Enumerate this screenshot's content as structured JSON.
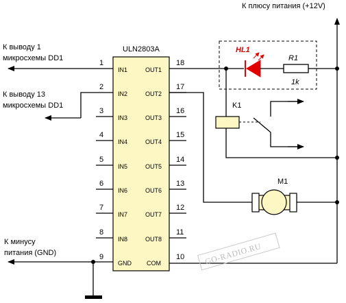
{
  "supply": {
    "label": "К плюсу питания (+12V)"
  },
  "ground": {
    "label_line1": "К минусу",
    "label_line2": "питания (GND)"
  },
  "input_dd1_pin1": {
    "line1": "К выводу 1",
    "line2": "микросхемы DD1"
  },
  "input_dd1_pin13": {
    "line1": "К выводу 13",
    "line2": "микросхемы DD1"
  },
  "chip": {
    "name": "ULN2803A",
    "left_pins": [
      {
        "num": "1",
        "label": "IN1"
      },
      {
        "num": "2",
        "label": "IN2"
      },
      {
        "num": "3",
        "label": "IN3"
      },
      {
        "num": "4",
        "label": "IN4"
      },
      {
        "num": "5",
        "label": "IN5"
      },
      {
        "num": "6",
        "label": "IN6"
      },
      {
        "num": "7",
        "label": "IN7"
      },
      {
        "num": "8",
        "label": "IN8"
      },
      {
        "num": "9",
        "label": "GND"
      }
    ],
    "right_pins": [
      {
        "num": "18",
        "label": "OUT1"
      },
      {
        "num": "17",
        "label": "OUT2"
      },
      {
        "num": "16",
        "label": "OUT3"
      },
      {
        "num": "15",
        "label": "OUT4"
      },
      {
        "num": "14",
        "label": "OUT5"
      },
      {
        "num": "13",
        "label": "OUT6"
      },
      {
        "num": "12",
        "label": "OUT7"
      },
      {
        "num": "11",
        "label": "OUT8"
      },
      {
        "num": "10",
        "label": "COM"
      }
    ]
  },
  "led": {
    "label": "HL1",
    "color": "#e00000"
  },
  "resistor": {
    "label": "R1",
    "value": "1k"
  },
  "relay": {
    "label": "K1"
  },
  "motor": {
    "label": "M1"
  },
  "watermark": {
    "text": "GO-RADIO.RU"
  }
}
